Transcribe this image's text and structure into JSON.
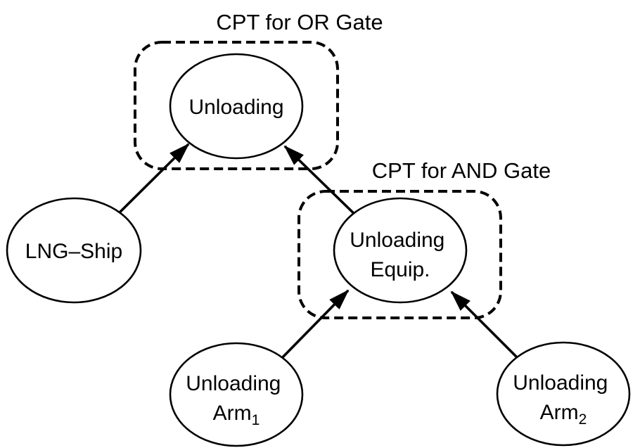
{
  "figure": {
    "type": "bayesian-network-diagram",
    "colors": {
      "background": "#ffffff",
      "stroke": "#000000",
      "text": "#000000"
    },
    "gates": {
      "or_gate": {
        "label": "CPT for OR Gate"
      },
      "and_gate": {
        "label": "CPT for AND Gate"
      }
    },
    "nodes": {
      "unloading": {
        "label": "Unloading"
      },
      "lng_ship": {
        "label": "LNG–Ship"
      },
      "unloading_equip": {
        "label_line1": "Unloading",
        "label_line2": "Equip."
      },
      "unloading_arm1": {
        "label_line1": "Unloading",
        "label_line2_base": "Arm",
        "label_line2_sub": "1"
      },
      "unloading_arm2": {
        "label_line1": "Unloading",
        "label_line2_base": "Arm",
        "label_line2_sub": "2"
      }
    },
    "edges": [
      {
        "from": "lng_ship",
        "to": "unloading"
      },
      {
        "from": "unloading_equip",
        "to": "unloading"
      },
      {
        "from": "unloading_arm1",
        "to": "unloading_equip"
      },
      {
        "from": "unloading_arm2",
        "to": "unloading_equip"
      }
    ]
  }
}
